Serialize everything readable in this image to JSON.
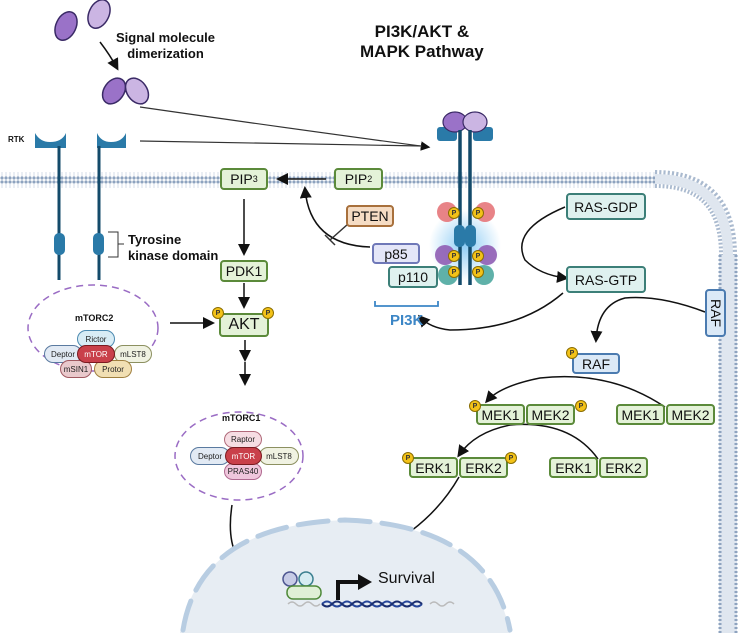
{
  "title": {
    "line1": "PI3K/AKT &",
    "line2": "MAPK Pathway"
  },
  "labels": {
    "signal": "Signal molecule\ndimerization",
    "signal_l1": "Signal molecule",
    "signal_l2": "dimerization",
    "rtk": "RTK",
    "tk_l1": "Tyrosine",
    "tk_l2": "kinase domain",
    "pi3k": "PI3K",
    "survival": "Survival",
    "phospho": "P"
  },
  "nodes": {
    "pip3": {
      "base": "PIP",
      "sub": "3"
    },
    "pip2": {
      "base": "PIP",
      "sub": "2"
    },
    "pten": "PTEN",
    "pdk1": "PDK1",
    "akt": "AKT",
    "p85": "p85",
    "p110": "p110",
    "ras_gdp": "RAS-GDP",
    "ras_gtp": "RAS-GTP",
    "raf_membrane": "RAF",
    "raf_active": "RAF",
    "mek_active": [
      "MEK1",
      "MEK2"
    ],
    "mek_inactive": [
      "MEK1",
      "MEK2"
    ],
    "erk_active": [
      "ERK1",
      "ERK2"
    ],
    "erk_inactive": [
      "ERK1",
      "ERK2"
    ]
  },
  "mtorc2": {
    "title": "mTORC2",
    "subunits": [
      "Rictor",
      "Deptor",
      "mTOR",
      "mLST8",
      "mSIN1",
      "Protor"
    ]
  },
  "mtorc1": {
    "title": "mTORC1",
    "subunits": [
      "Raptor",
      "Deptor",
      "mTOR",
      "mLST8",
      "PRAS40"
    ]
  },
  "colors": {
    "membrane": "#9fb2c9",
    "receptor": "#2a7aa8",
    "ligand_dark": "#9a72c8",
    "ligand_light": "#cbb5e3",
    "mtor": "#c9404a",
    "complex_border": "#9a6cc4",
    "pi3k_label": "#3c86c6",
    "nucleus": "#e7edf3"
  }
}
